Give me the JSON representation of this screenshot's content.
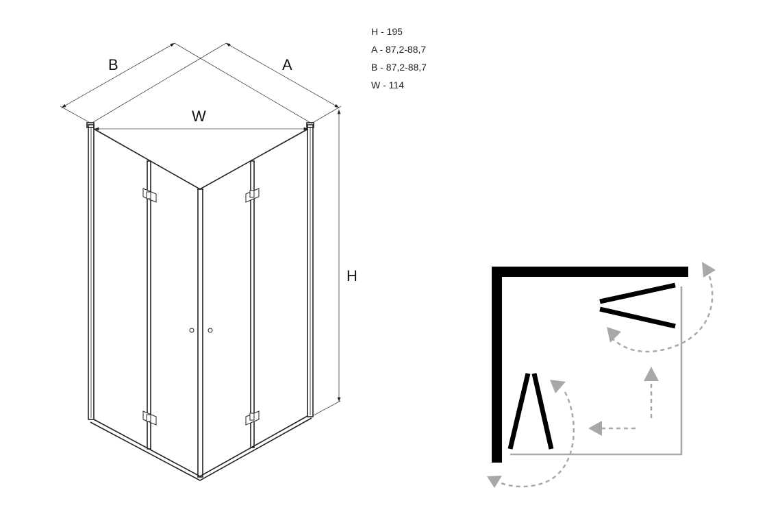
{
  "specs": [
    "H - 195",
    "A - 87,2-88,7",
    "B - 87,2-88,7",
    "W - 114"
  ],
  "dimension_labels": {
    "b": "B",
    "a": "A",
    "w": "W",
    "h": "H"
  },
  "colors": {
    "wall": "#000000",
    "arrow": "#a7a8aa",
    "outline": "#222222"
  }
}
